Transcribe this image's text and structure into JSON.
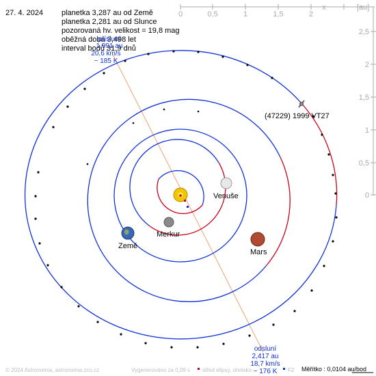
{
  "info": {
    "date": "27. 4. 2024",
    "line1": "planetka 3,287 au od Země",
    "line2": "planetka 2,281 au od Slunce",
    "line3": "pozorovaná hv. velikost = 19,8 mag",
    "line4": "oběžná doba 3,498 let",
    "line5": "interval bodů 31,9 dnů"
  },
  "axis": {
    "x_labels": [
      "0",
      "0,5",
      "1",
      "1,5",
      "2"
    ],
    "x_name": "x",
    "unit": "[au]",
    "y_labels": [
      "2,5",
      "2",
      "1,5",
      "1",
      "0,5",
      "0"
    ]
  },
  "bodies": {
    "venus": "Venuše",
    "earth": "Země",
    "mercury": "Merkur",
    "mars": "Mars",
    "asteroid": "(47229) 1999 VT27"
  },
  "perihelion": {
    "title": "přísluní",
    "distance": "1,991 au",
    "speed": "20,6 km/s",
    "temp": "~ 185 K"
  },
  "aphelion": {
    "title": "odsluní",
    "distance": "2,417 au",
    "speed": "18,7 km/s",
    "temp": "~ 176 K"
  },
  "footer": {
    "copyright": "© 2024 Astronomia, astronomia.zcu.cz",
    "generated": "Vygenerováno za 0,09 s",
    "legend1": "střed elipsy, ohnisko",
    "legend2": "F2",
    "scale": "Měřítko : 0,0104 au/bod"
  },
  "colors": {
    "orbit_blue": "#1030d8",
    "orbit_red": "#c8001e",
    "axis": "#a8a8a8",
    "apsis_line": "#f2a070",
    "sun": "#f0c800"
  }
}
